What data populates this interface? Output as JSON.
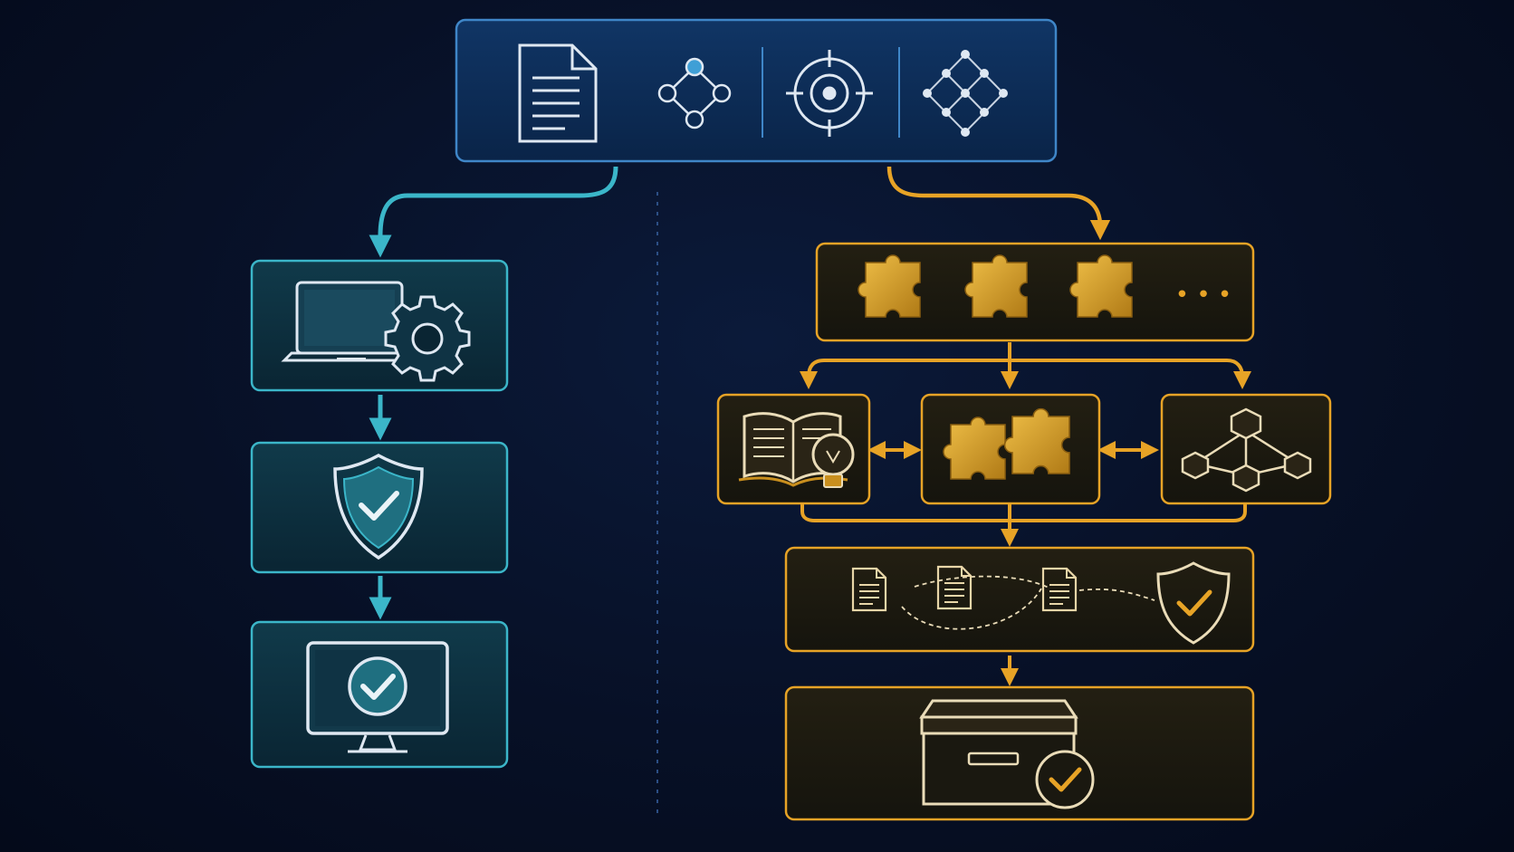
{
  "diagram": {
    "colors": {
      "background": "#061129",
      "blue_border": "#3f86c8",
      "blue_fill": "#0c2a52",
      "teal": "#3bb6c9",
      "teal_fill": "#0e2f3f",
      "gold": "#e7a326",
      "gold_fill": "#1c1a12",
      "piece": "#d8a12a",
      "icon_light": "#e6edf5"
    },
    "nodes": [
      {
        "id": "input",
        "icons": [
          "document-icon",
          "network-diamond-icon",
          "target-icon",
          "lattice-icon"
        ]
      },
      {
        "id": "config",
        "icons": [
          "laptop-icon",
          "gear-icon"
        ]
      },
      {
        "id": "security",
        "icons": [
          "shield-check-icon"
        ]
      },
      {
        "id": "deploy",
        "icons": [
          "monitor-check-icon"
        ]
      },
      {
        "id": "modules",
        "icons": [
          "puzzle-icon",
          "puzzle-icon",
          "puzzle-icon",
          "ellipsis-icon"
        ],
        "more": "• • •"
      },
      {
        "id": "knowledge",
        "icons": [
          "book-lightbulb-icon"
        ]
      },
      {
        "id": "assembly",
        "icons": [
          "puzzle-pair-icon"
        ]
      },
      {
        "id": "structure",
        "icons": [
          "cube-network-icon"
        ]
      },
      {
        "id": "verify",
        "icons": [
          "document-icon",
          "document-icon",
          "document-icon",
          "shield-check-icon"
        ]
      },
      {
        "id": "output",
        "icons": [
          "archive-box-check-icon"
        ]
      }
    ],
    "edges": [
      {
        "from": "input",
        "to": "config",
        "color": "teal"
      },
      {
        "from": "config",
        "to": "security",
        "color": "teal"
      },
      {
        "from": "security",
        "to": "deploy",
        "color": "teal"
      },
      {
        "from": "input",
        "to": "modules",
        "color": "gold"
      },
      {
        "from": "modules",
        "to": "knowledge",
        "color": "gold"
      },
      {
        "from": "modules",
        "to": "assembly",
        "color": "gold"
      },
      {
        "from": "modules",
        "to": "structure",
        "color": "gold"
      },
      {
        "from": "knowledge",
        "to": "assembly",
        "color": "gold",
        "bidirectional": true
      },
      {
        "from": "assembly",
        "to": "structure",
        "color": "gold",
        "bidirectional": true
      },
      {
        "from": "assembly",
        "to": "verify",
        "color": "gold"
      },
      {
        "from": "verify",
        "to": "output",
        "color": "gold"
      }
    ]
  }
}
